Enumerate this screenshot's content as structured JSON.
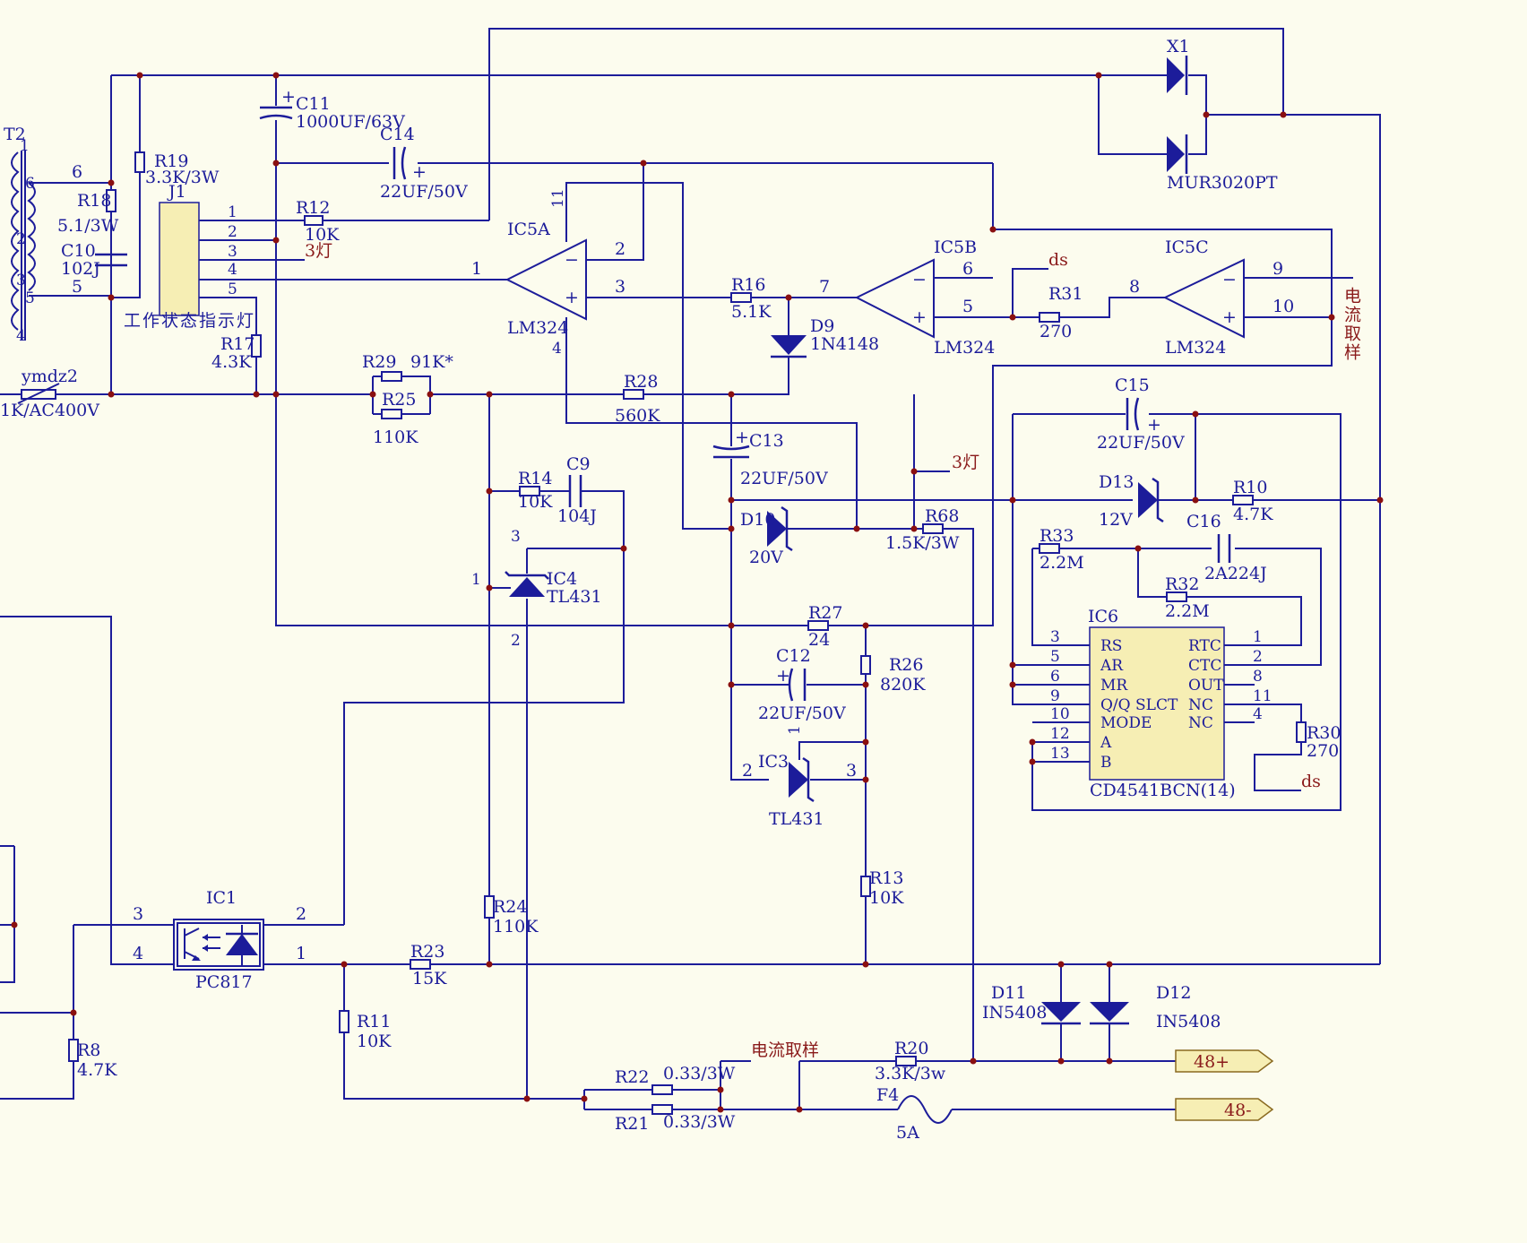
{
  "labels": {
    "t2": "T2",
    "t2_p6": "6",
    "t2_p5": "5",
    "t2_p1": "1",
    "t2_p2": "2",
    "t2_p3": "3",
    "t2_p4": "4",
    "t2_p5b": "5",
    "t2_p6b": "6",
    "ymdz2": "ymdz2",
    "ymdz2_val": "1K/AC400V",
    "r18": "R18",
    "r18_val": "5.1/3W",
    "c10": "C10",
    "c10_val": "102J",
    "r19": "R19",
    "r19_val": "3.3K/3W",
    "j1": "J1",
    "j1_1": "1",
    "j1_2": "2",
    "j1_3": "3",
    "j1_4": "4",
    "j1_5": "5",
    "j1_desc": "工作状态指示灯",
    "r17": "R17",
    "r17_val": "4.3K",
    "c11": "C11",
    "c11_val": "1000UF/63V",
    "c14": "C14",
    "c14_val": "22UF/50V",
    "r12": "R12",
    "r12_val": "10K",
    "lamp3a": "3灯",
    "ic5a": "IC5A",
    "ic5a_part": "LM324",
    "ic5a_11": "11",
    "ic5a_4": "4",
    "ic5a_1": "1",
    "ic5a_2": "2",
    "ic5a_3": "3",
    "ic5b": "IC5B",
    "ic5b_part": "LM324",
    "ic5b_6": "6",
    "ic5b_7": "7",
    "ic5b_5": "5",
    "ic5c": "IC5C",
    "ic5c_part": "LM324",
    "ic5c_8": "8",
    "ic5c_9": "9",
    "ic5c_10": "10",
    "r16": "R16",
    "r16_val": "5.1K",
    "d9": "D9",
    "d9_val": "1N4148",
    "r31": "R31",
    "r31_val": "270",
    "ds1": "ds",
    "ds2": "ds",
    "current_sense_v": "电流取样",
    "x1": "X1",
    "x1_part": "MUR3020PT",
    "r29": "R29",
    "r29_val": "91K*",
    "r25": "R25",
    "r25_val": "110K",
    "r28": "R28",
    "r28_val": "560K",
    "c13": "C13",
    "c13_val": "22UF/50V",
    "c15": "C15",
    "c15_val": "22UF/50V",
    "lamp3b": "3灯",
    "d13": "D13",
    "d13_val": "12V",
    "c16": "C16",
    "c16_val": "2A224J",
    "r10": "R10",
    "r10_val": "4.7K",
    "r14": "R14",
    "r14_val": "10K",
    "c9": "C9",
    "c9_val": "104J",
    "ic4": "IC4",
    "ic4_part": "TL431",
    "ic4_1": "1",
    "ic4_2": "2",
    "ic4_3": "3",
    "d10": "D10",
    "d10_val": "20V",
    "r68": "R68",
    "r68_val": "1.5K/3W",
    "r33": "R33",
    "r33_val": "2.2M",
    "r32": "R32",
    "r32_val": "2.2M",
    "r27": "R27",
    "r27_val": "24",
    "c12": "C12",
    "c12_val": "22UF/50V",
    "r26": "R26",
    "r26_val": "820K",
    "ic3": "IC3",
    "ic3_part": "TL431",
    "ic3_1": "1",
    "ic3_2": "2",
    "ic3_3": "3",
    "ic6": "IC6",
    "ic6_part": "CD4541BCN(14)",
    "ic6_left_pins": [
      "3",
      "5",
      "6",
      "9",
      "10",
      "12",
      "13"
    ],
    "ic6_left_names": [
      "RS",
      "AR",
      "MR",
      "Q/Q SLCT",
      "MODE",
      "A",
      "B"
    ],
    "ic6_right_pins": [
      "1",
      "2",
      "8",
      "11",
      "4"
    ],
    "ic6_right_names": [
      "RTC",
      "CTC",
      "OUT",
      "NC",
      "NC"
    ],
    "r30": "R30",
    "r30_val": "270",
    "ic1": "IC1",
    "ic1_part": "PC817",
    "ic1_3": "3",
    "ic1_4": "4",
    "ic1_2": "2",
    "ic1_1": "1",
    "r24": "R24",
    "r24_val": "110K",
    "r13": "R13",
    "r13_val": "10K",
    "r23": "R23",
    "r23_val": "15K",
    "r11": "R11",
    "r11_val": "10K",
    "r8": "R8",
    "r8_val": "4.7K",
    "d11": "D11",
    "d11_val": "IN5408",
    "d12": "D12",
    "d12_val": "IN5408",
    "current_sense_h": "电流取样",
    "r20": "R20",
    "r20_val": "3.3K/3w",
    "r22": "R22",
    "r22_val": "0.33/3W",
    "r21": "R21",
    "r21_val": "0.33/3W",
    "f4": "F4",
    "f4_val": "5A",
    "out_pos": "48+",
    "out_neg": "48-"
  }
}
